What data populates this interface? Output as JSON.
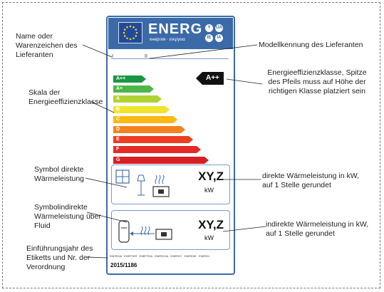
{
  "label": {
    "energ_title": "ENERG",
    "energ_sub": "енергия · ενεργεια",
    "circles": [
      "Y",
      "IJA",
      "IE",
      "IA"
    ],
    "model_marks": [
      "I",
      "II"
    ],
    "classes": [
      "A++",
      "A+",
      "A",
      "B",
      "C",
      "D",
      "E",
      "F",
      "G"
    ],
    "class_colors": [
      "#1a9645",
      "#4cb848",
      "#b2d234",
      "#f0e52c",
      "#fcb813",
      "#f58220",
      "#ee3d23",
      "#e42a28",
      "#d91f26"
    ],
    "arrow_class": "A++",
    "panel1": {
      "value": "XY,Z",
      "unit": "kW"
    },
    "panel2": {
      "value": "XY,Z",
      "unit": "kW"
    },
    "footer_text": "ENERGIA · ЕНЕРГИЯ · ΕΝΕΡΓΕΙΑ · ENERGIJA · ENERGY · ENERGIE · ENERGI",
    "year": "2015/1186"
  },
  "annotations": {
    "name": "Name oder Warenzeichen des Lieferanten",
    "model": "Modellkennung des Lieferanten",
    "scale": "Skala der Energieeffizienzklasse",
    "arrow": "Energieeffizienzklasse, Spitze des Pfeils muss auf Höhe der richtigen Klasse platziert sein",
    "direct_symbol": "Symbol direkte Wärmeleistung",
    "direct_value": "direkte Wärmeleistung in kW, auf 1 Stelle gerundet",
    "indirect_symbol": "Symbolindirekte Wärmeleistung über Fluid",
    "indirect_value": "indirekte Wärmeleistung in kW, auf 1 Stelle gerundet",
    "year": "Einführungsjahr des Etiketts und Nr. der Verordnung"
  }
}
